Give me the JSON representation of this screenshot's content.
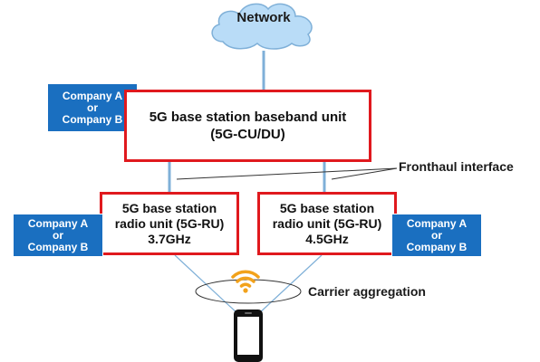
{
  "network": {
    "label": "Network"
  },
  "baseband": {
    "line1": "5G base station baseband unit",
    "line2": "(5G-CU/DU)"
  },
  "radio_units": [
    {
      "line1": "5G base station",
      "line2": "radio unit (5G-RU)",
      "line3": "3.7GHz"
    },
    {
      "line1": "5G base station",
      "line2": "radio unit (5G-RU)",
      "line3": "4.5GHz"
    }
  ],
  "company_boxes": [
    {
      "line1": "Company A",
      "line2": "or",
      "line3": "Company B"
    },
    {
      "line1": "Company A",
      "line2": "or",
      "line3": "Company B"
    },
    {
      "line1": "Company A",
      "line2": "or",
      "line3": "Company B"
    }
  ],
  "labels": {
    "fronthaul": "Fronthaul interface",
    "carrier_aggregation": "Carrier aggregation"
  },
  "colors": {
    "red_border": "#e0191e",
    "company_blue": "#1a6fc0",
    "link_blue": "#7fb0d8",
    "cloud_fill": "#b9dcf7",
    "wifi_orange": "#f2a21b"
  },
  "icons": [
    "cloud-icon",
    "wifi-icon",
    "smartphone-icon"
  ]
}
